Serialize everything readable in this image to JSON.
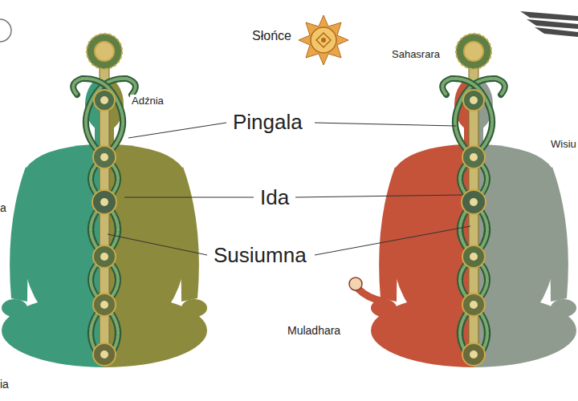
{
  "diagram": {
    "labels": [
      "Słońce",
      "Adźnia",
      "Pingala",
      "Ida",
      "Susiumna",
      "Sahasrara",
      "Wisiu",
      "Muladhara",
      "a",
      "ia"
    ]
  }
}
